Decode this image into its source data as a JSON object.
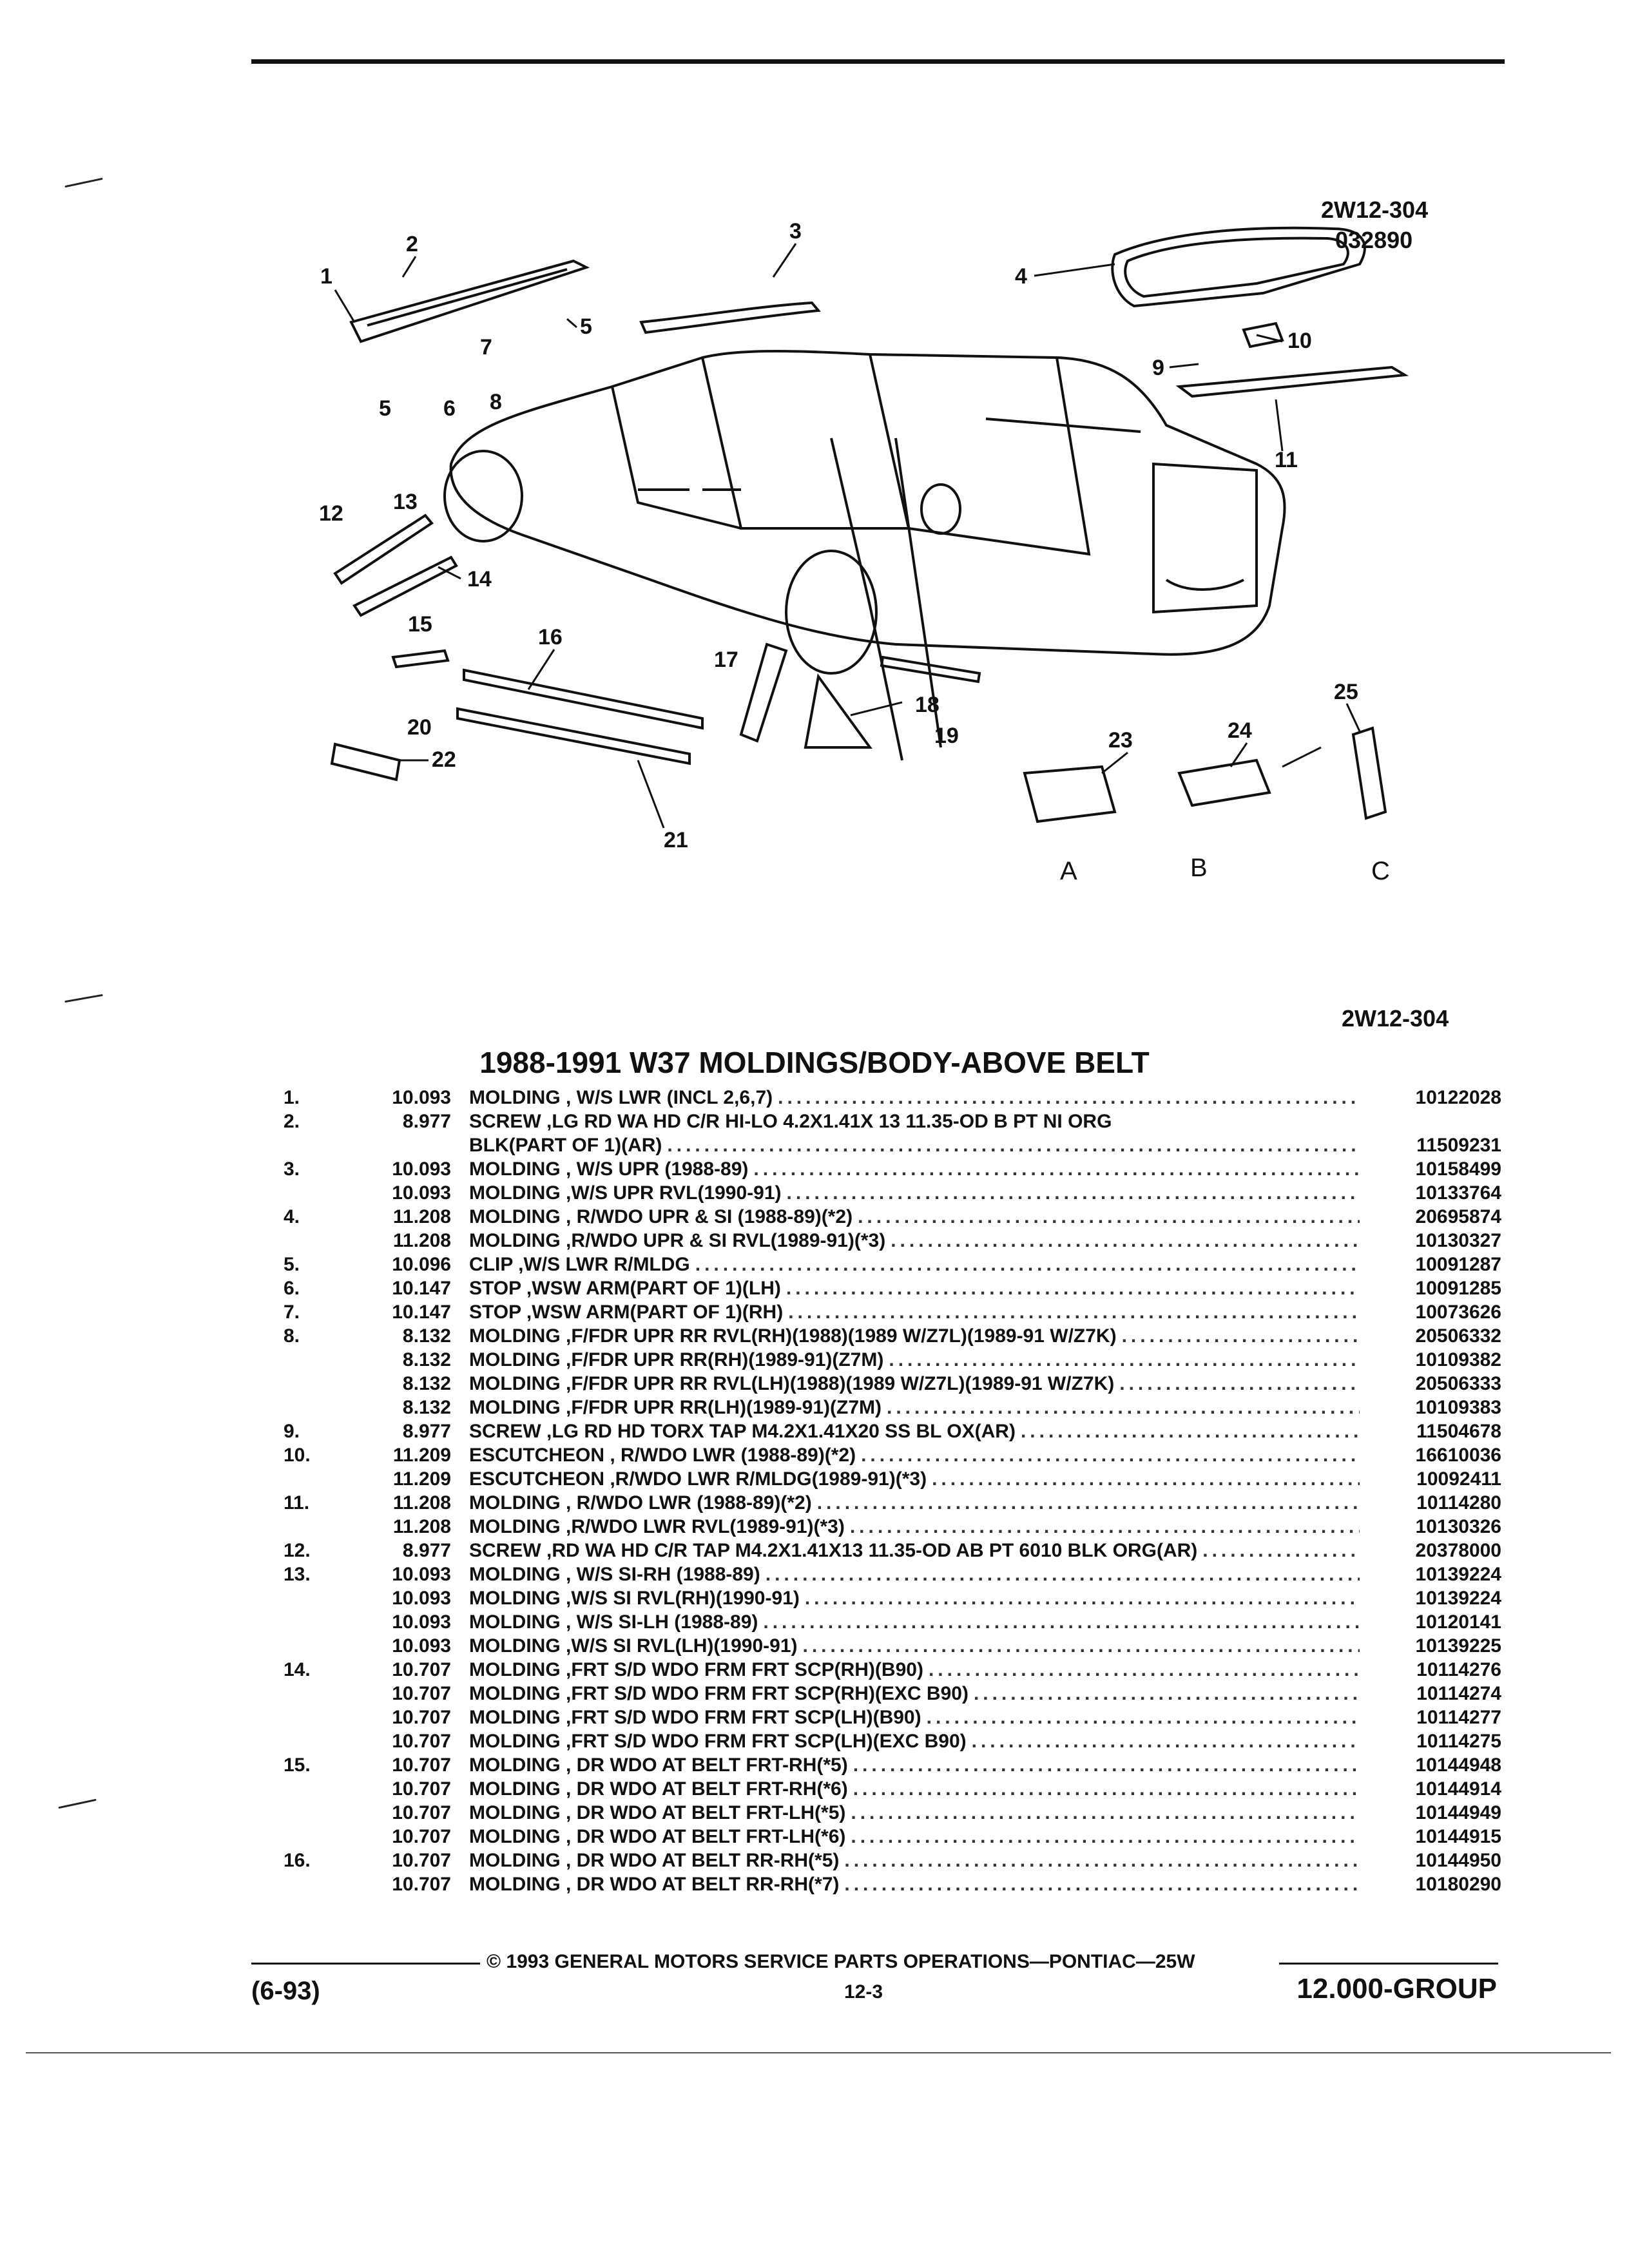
{
  "figure": {
    "code_top": "2W12-304",
    "date_code": "032890",
    "code_bottom": "2W12-304",
    "callouts": [
      "1",
      "2",
      "3",
      "4",
      "5",
      "5",
      "6",
      "7",
      "8",
      "9",
      "10",
      "11",
      "12",
      "13",
      "14",
      "15",
      "16",
      "17",
      "18",
      "19",
      "20",
      "21",
      "22",
      "23",
      "24",
      "25"
    ],
    "detail_letters": [
      "A",
      "B",
      "C"
    ]
  },
  "title": "1988-1991 W37 MOLDINGS/BODY-ABOVE BELT",
  "parts": [
    {
      "num": "1.",
      "grp": "10.093",
      "desc": "MOLDING , W/S LWR (INCL 2,6,7)",
      "pn": "10122028"
    },
    {
      "num": "2.",
      "grp": "8.977",
      "desc": "SCREW ,LG RD WA HD C/R HI-LO 4.2X1.41X 13 11.35-OD B PT NI ORG",
      "pn": ""
    },
    {
      "num": "",
      "grp": "",
      "desc": "BLK(PART OF 1)(AR)",
      "pn": "11509231"
    },
    {
      "num": "3.",
      "grp": "10.093",
      "desc": "MOLDING , W/S UPR (1988-89)",
      "pn": "10158499"
    },
    {
      "num": "",
      "grp": "10.093",
      "desc": "MOLDING ,W/S UPR RVL(1990-91)",
      "pn": "10133764"
    },
    {
      "num": "4.",
      "grp": "11.208",
      "desc": "MOLDING , R/WDO UPR & SI (1988-89)(*2)",
      "pn": "20695874"
    },
    {
      "num": "",
      "grp": "11.208",
      "desc": "MOLDING ,R/WDO UPR & SI RVL(1989-91)(*3)",
      "pn": "10130327"
    },
    {
      "num": "5.",
      "grp": "10.096",
      "desc": "CLIP ,W/S LWR R/MLDG",
      "pn": "10091287"
    },
    {
      "num": "6.",
      "grp": "10.147",
      "desc": "STOP ,WSW ARM(PART OF 1)(LH)",
      "pn": "10091285"
    },
    {
      "num": "7.",
      "grp": "10.147",
      "desc": "STOP ,WSW ARM(PART OF 1)(RH)",
      "pn": "10073626"
    },
    {
      "num": "8.",
      "grp": "8.132",
      "desc": "MOLDING ,F/FDR UPR RR RVL(RH)(1988)(1989 W/Z7L)(1989-91 W/Z7K)",
      "pn": "20506332"
    },
    {
      "num": "",
      "grp": "8.132",
      "desc": "MOLDING ,F/FDR UPR RR(RH)(1989-91)(Z7M)",
      "pn": "10109382"
    },
    {
      "num": "",
      "grp": "8.132",
      "desc": "MOLDING ,F/FDR UPR RR RVL(LH)(1988)(1989 W/Z7L)(1989-91 W/Z7K)",
      "pn": "20506333"
    },
    {
      "num": "",
      "grp": "8.132",
      "desc": "MOLDING ,F/FDR UPR RR(LH)(1989-91)(Z7M)",
      "pn": "10109383"
    },
    {
      "num": "9.",
      "grp": "8.977",
      "desc": "SCREW ,LG RD HD TORX TAP M4.2X1.41X20 SS BL OX(AR)",
      "pn": "11504678"
    },
    {
      "num": "10.",
      "grp": "11.209",
      "desc": "ESCUTCHEON , R/WDO LWR (1988-89)(*2)",
      "pn": "16610036"
    },
    {
      "num": "",
      "grp": "11.209",
      "desc": "ESCUTCHEON ,R/WDO LWR R/MLDG(1989-91)(*3)",
      "pn": "10092411"
    },
    {
      "num": "11.",
      "grp": "11.208",
      "desc": "MOLDING , R/WDO LWR (1988-89)(*2)",
      "pn": "10114280"
    },
    {
      "num": "",
      "grp": "11.208",
      "desc": "MOLDING ,R/WDO LWR RVL(1989-91)(*3)",
      "pn": "10130326"
    },
    {
      "num": "12.",
      "grp": "8.977",
      "desc": "SCREW ,RD WA HD C/R TAP M4.2X1.41X13 11.35-OD AB PT 6010 BLK ORG(AR)",
      "pn": "20378000"
    },
    {
      "num": "13.",
      "grp": "10.093",
      "desc": "MOLDING , W/S SI-RH (1988-89)",
      "pn": "10139224"
    },
    {
      "num": "",
      "grp": "10.093",
      "desc": "MOLDING ,W/S SI RVL(RH)(1990-91)",
      "pn": "10139224"
    },
    {
      "num": "",
      "grp": "10.093",
      "desc": "MOLDING , W/S SI-LH (1988-89)",
      "pn": "10120141"
    },
    {
      "num": "",
      "grp": "10.093",
      "desc": "MOLDING ,W/S SI RVL(LH)(1990-91)",
      "pn": "10139225"
    },
    {
      "num": "14.",
      "grp": "10.707",
      "desc": "MOLDING ,FRT S/D WDO FRM FRT SCP(RH)(B90)",
      "pn": "10114276"
    },
    {
      "num": "",
      "grp": "10.707",
      "desc": "MOLDING ,FRT S/D WDO FRM FRT SCP(RH)(EXC B90)",
      "pn": "10114274"
    },
    {
      "num": "",
      "grp": "10.707",
      "desc": "MOLDING ,FRT S/D WDO FRM FRT SCP(LH)(B90)",
      "pn": "10114277"
    },
    {
      "num": "",
      "grp": "10.707",
      "desc": "MOLDING ,FRT S/D WDO FRM FRT SCP(LH)(EXC B90)",
      "pn": "10114275"
    },
    {
      "num": "15.",
      "grp": "10.707",
      "desc": "MOLDING , DR WDO AT BELT FRT-RH(*5)",
      "pn": "10144948"
    },
    {
      "num": "",
      "grp": "10.707",
      "desc": "MOLDING , DR WDO AT BELT FRT-RH(*6)",
      "pn": "10144914"
    },
    {
      "num": "",
      "grp": "10.707",
      "desc": "MOLDING , DR WDO AT BELT FRT-LH(*5)",
      "pn": "10144949"
    },
    {
      "num": "",
      "grp": "10.707",
      "desc": "MOLDING , DR WDO AT BELT FRT-LH(*6)",
      "pn": "10144915"
    },
    {
      "num": "16.",
      "grp": "10.707",
      "desc": "MOLDING , DR WDO AT BELT RR-RH(*5)",
      "pn": "10144950"
    },
    {
      "num": "",
      "grp": "10.707",
      "desc": "MOLDING , DR WDO AT BELT RR-RH(*7)",
      "pn": "10180290"
    }
  ],
  "footer": {
    "copyright": "© 1993 GENERAL MOTORS SERVICE PARTS OPERATIONS—PONTIAC—25W",
    "date": "(6-93)",
    "page": "12-3",
    "group": "12.000-GROUP"
  }
}
